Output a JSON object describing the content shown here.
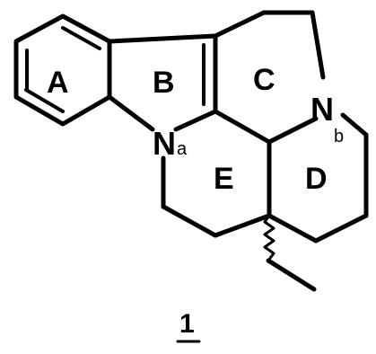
{
  "rings": {
    "a": "A",
    "b": "B",
    "c": "C",
    "d": "D",
    "e": "E"
  },
  "atoms": {
    "n_indole": "N",
    "n_indole_sub": "a",
    "n_amine": "N",
    "n_amine_sub": "b"
  },
  "compound_number": "1"
}
